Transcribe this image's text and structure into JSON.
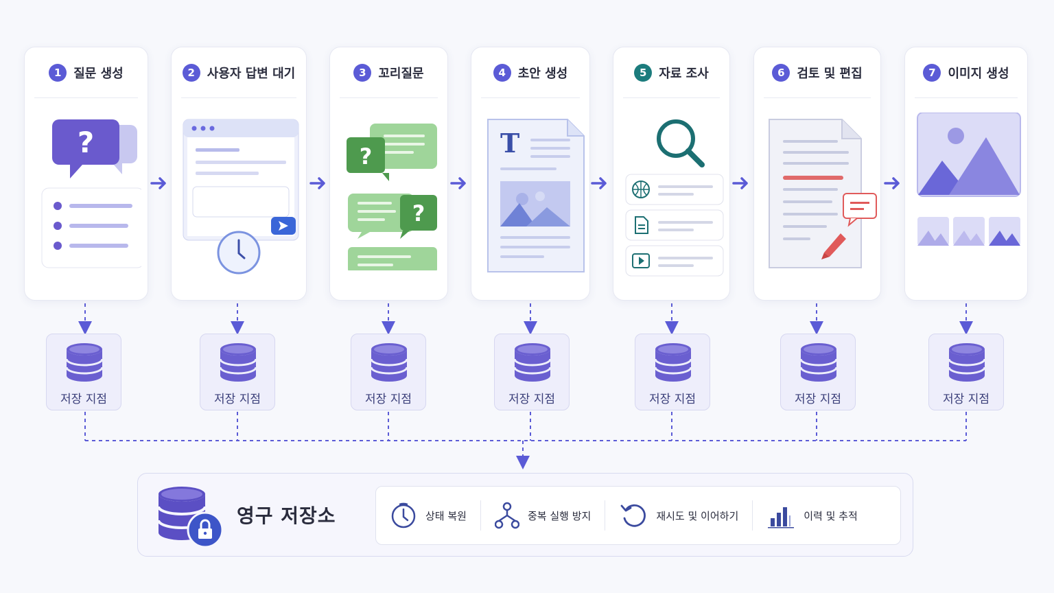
{
  "steps": [
    {
      "num": "1",
      "title": "질문 생성"
    },
    {
      "num": "2",
      "title": "사용자 답변 대기"
    },
    {
      "num": "3",
      "title": "꼬리질문"
    },
    {
      "num": "4",
      "title": "초안 생성"
    },
    {
      "num": "5",
      "title": "자료 조사"
    },
    {
      "num": "6",
      "title": "검토 및 편집"
    },
    {
      "num": "7",
      "title": "이미지 생성"
    }
  ],
  "checkpoint_label": "저장 지점",
  "storage": {
    "title": "영구 저장소",
    "features": [
      {
        "icon": "clock-restore-icon",
        "label": "상태 복원"
      },
      {
        "icon": "branch-icon",
        "label": "중복 실행 방지"
      },
      {
        "icon": "retry-icon",
        "label": "재시도 및 이어하기"
      },
      {
        "icon": "bar-chart-icon",
        "label": "이력 및 추적"
      }
    ]
  },
  "colors": {
    "accent": "#5b5bd6",
    "green": "#5aa85a",
    "teal": "#1c7c7d",
    "red": "#e05a5a"
  }
}
